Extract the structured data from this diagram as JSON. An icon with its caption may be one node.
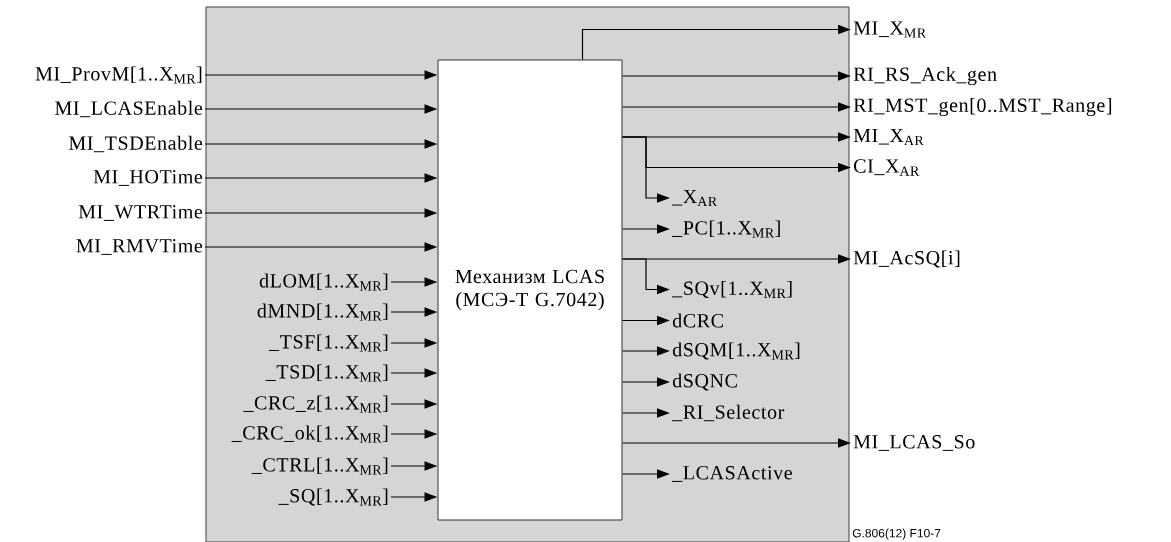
{
  "diagram": {
    "nodes": [
      {
        "text": [],
        "shape": "box"
      },
      {
        "text": [
          "Механизм LCAS (МСЭ-Т G.7042)"
        ],
        "in": 0
      },
      {
        "text": [
          "MI_ProvM[1..X$_{MR}$]"
        ]
      },
      {
        "text": [
          "MI_LCASEnable"
        ]
      },
      {
        "text": [
          "MI_TSDEnable"
        ]
      },
      {
        "text": [
          "MI_HOTime"
        ]
      },
      {
        "text": [
          "MI_WTRTime"
        ]
      },
      {
        "text": [
          "MI_RMVTime"
        ]
      },
      {
        "text": [
          "dLOM[1..X$_{MR}$]"
        ],
        "in": 0
      },
      {
        "text": [
          "dMND[1..X$_{MR}$]"
        ],
        "in": 0
      },
      {
        "text": [
          "_TSF[1..X$_{MR}$]"
        ],
        "in": 0
      },
      {
        "text": [
          "_TSD[1..X$_{MR}$]"
        ],
        "in": 0
      },
      {
        "text": [
          "_CRC_z[1..X$_{MR}$]"
        ],
        "in": 0
      },
      {
        "text": [
          "_CRC_ok[1..X$_{MR}$]"
        ],
        "in": 0
      },
      {
        "text": [
          "_CTRL[1..X$_{MR}$]"
        ],
        "in": 0
      },
      {
        "text": [
          "_SQ[1..X$_{MR}$]"
        ],
        "in": 0
      },
      {
        "text": [
          "MI_X$_{MR}$"
        ]
      },
      {
        "text": [
          "RI_RS_Ack_gen"
        ]
      },
      {
        "text": [
          "RI_MST_gen[0..MST_Range]"
        ]
      },
      {
        "text": [
          "MI_X$_{AR}$"
        ]
      },
      {
        "text": [
          "CI_X$_{AR}$"
        ]
      },
      {
        "text": [
          "_X$_{AR}$"
        ],
        "in": 0
      },
      {
        "text": [
          "_PC[1..X$_{MR}$]"
        ],
        "in": 0
      },
      {
        "text": [
          "MI_AcSQ[i]"
        ]
      },
      {
        "text": [
          "_SQv[1..X$_{MR}$]"
        ],
        "in": 0
      },
      {
        "text": [
          "dCRC"
        ],
        "in": 0
      },
      {
        "text": [
          "dSQM[1..X$_{MR}$]"
        ],
        "in": 0
      },
      {
        "text": [
          "dSQNC"
        ],
        "in": 0
      },
      {
        "text": [
          "_RI_Selector"
        ],
        "in": 0
      },
      {
        "text": [
          "MI_LCAS_So"
        ]
      },
      {
        "text": [
          "_LCASActive"
        ],
        "in": 0
      }
    ],
    "edges": [
      {
        "from": 2,
        "to": 1,
        "arrow": "to"
      },
      {
        "from": 3,
        "to": 1,
        "arrow": "to"
      },
      {
        "from": 4,
        "to": 1,
        "arrow": "to"
      },
      {
        "from": 5,
        "to": 1,
        "arrow": "to"
      },
      {
        "from": 6,
        "to": 1,
        "arrow": "to"
      },
      {
        "from": 7,
        "to": 1,
        "arrow": "to"
      },
      {
        "from": 8,
        "to": 1,
        "arrow": "to"
      },
      {
        "from": 9,
        "to": 1,
        "arrow": "to"
      },
      {
        "from": 10,
        "to": 1,
        "arrow": "to"
      },
      {
        "from": 11,
        "to": 1,
        "arrow": "to"
      },
      {
        "from": 12,
        "to": 1,
        "arrow": "to"
      },
      {
        "from": 13,
        "to": 1,
        "arrow": "to"
      },
      {
        "from": 14,
        "to": 1,
        "arrow": "to"
      },
      {
        "from": 15,
        "to": 1,
        "arrow": "to"
      },
      {
        "from": 1,
        "to": 16,
        "arrow": "to"
      },
      {
        "from": 1,
        "to": 17,
        "arrow": "to"
      },
      {
        "from": 1,
        "to": 18,
        "arrow": "to"
      },
      {
        "from": 1,
        "to": 19,
        "arrow": "to"
      },
      {
        "from": 1,
        "to": 20,
        "arrow": "to"
      },
      {
        "from": 1,
        "to": 21,
        "arrow": "to"
      },
      {
        "from": 1,
        "to": 22,
        "arrow": "to"
      },
      {
        "from": 1,
        "to": 23,
        "arrow": "to"
      },
      {
        "from": 1,
        "to": 24,
        "arrow": "to"
      },
      {
        "from": 1,
        "to": 25,
        "arrow": "to"
      },
      {
        "from": 1,
        "to": 26,
        "arrow": "to"
      },
      {
        "from": 1,
        "to": 27,
        "arrow": "to"
      },
      {
        "from": 1,
        "to": 28,
        "arrow": "to"
      },
      {
        "from": 1,
        "to": 29,
        "arrow": "to"
      },
      {
        "from": 1,
        "to": 30,
        "arrow": "to"
      }
    ],
    "labels": [
      "G.806(12) F10-7"
    ]
  }
}
